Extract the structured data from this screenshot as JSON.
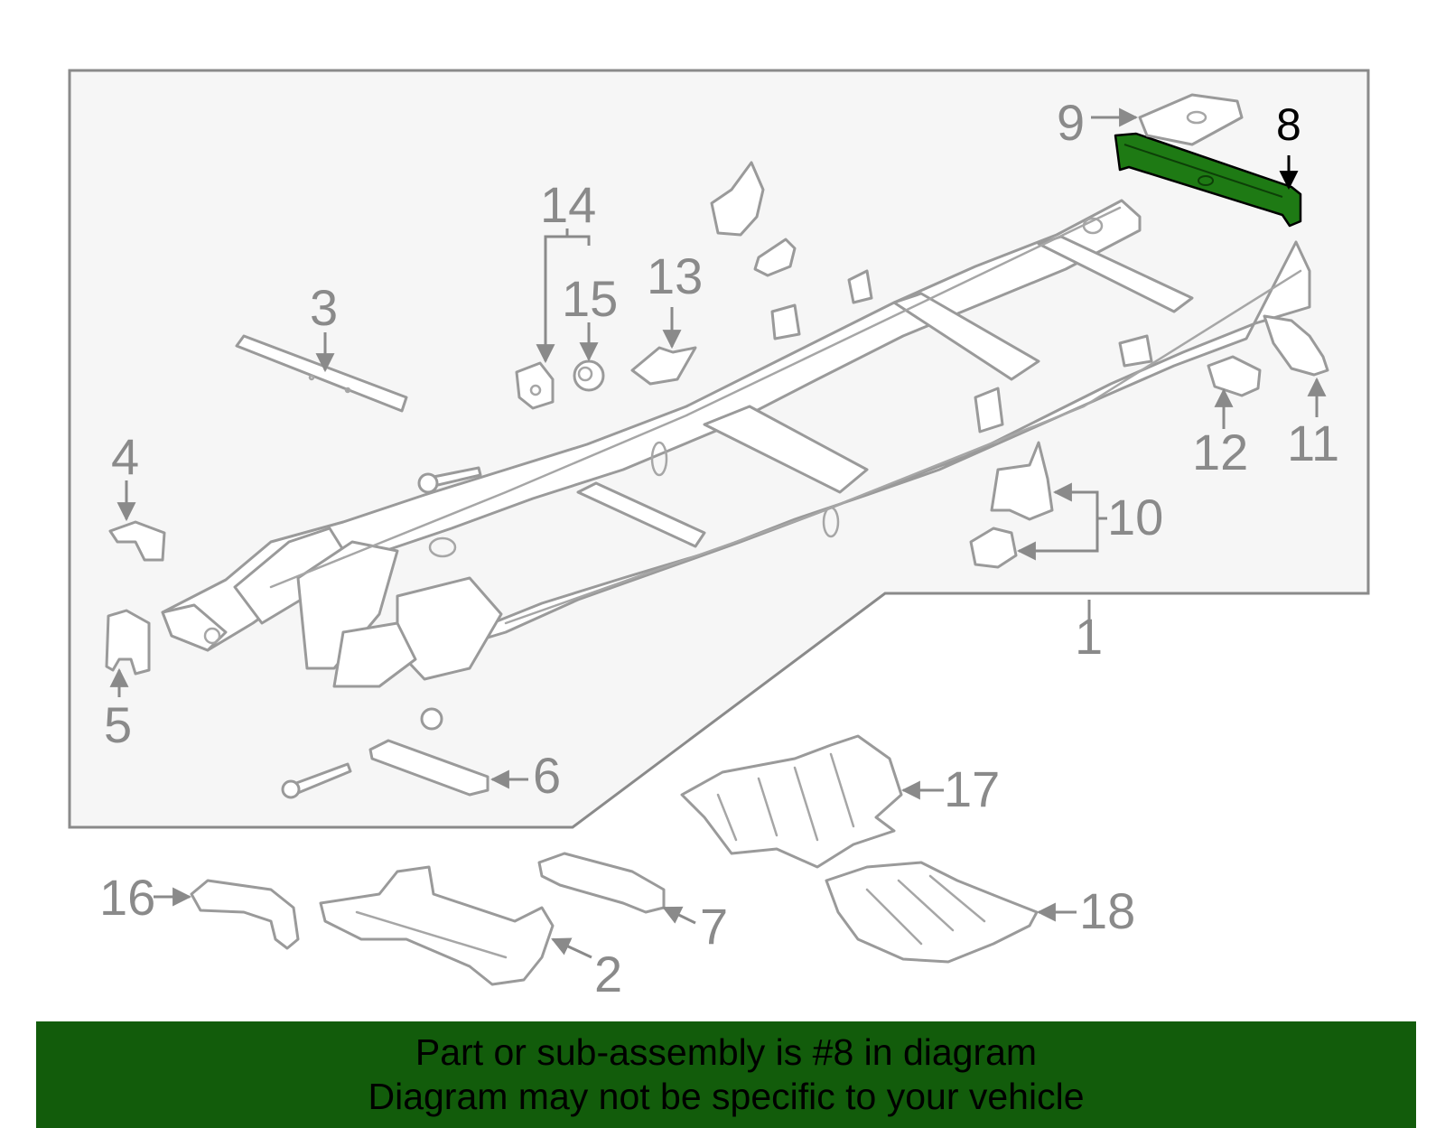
{
  "diagram": {
    "highlight_color": "#1e7a14",
    "inset_background": "#f5f5f5",
    "highlighted_part": "8",
    "callouts": [
      {
        "id": "c1",
        "label": "1"
      },
      {
        "id": "c2",
        "label": "2"
      },
      {
        "id": "c3",
        "label": "3"
      },
      {
        "id": "c4",
        "label": "4"
      },
      {
        "id": "c5",
        "label": "5"
      },
      {
        "id": "c6",
        "label": "6"
      },
      {
        "id": "c7",
        "label": "7"
      },
      {
        "id": "c8",
        "label": "8"
      },
      {
        "id": "c9",
        "label": "9"
      },
      {
        "id": "c10",
        "label": "10"
      },
      {
        "id": "c11",
        "label": "11"
      },
      {
        "id": "c12",
        "label": "12"
      },
      {
        "id": "c13",
        "label": "13"
      },
      {
        "id": "c14",
        "label": "14"
      },
      {
        "id": "c15",
        "label": "15"
      },
      {
        "id": "c16",
        "label": "16"
      },
      {
        "id": "c17",
        "label": "17"
      },
      {
        "id": "c18",
        "label": "18"
      }
    ]
  },
  "banner": {
    "line1": "Part or sub-assembly is #8 in diagram",
    "line2": "Diagram may not be specific to your vehicle",
    "background": "#125c0b"
  }
}
